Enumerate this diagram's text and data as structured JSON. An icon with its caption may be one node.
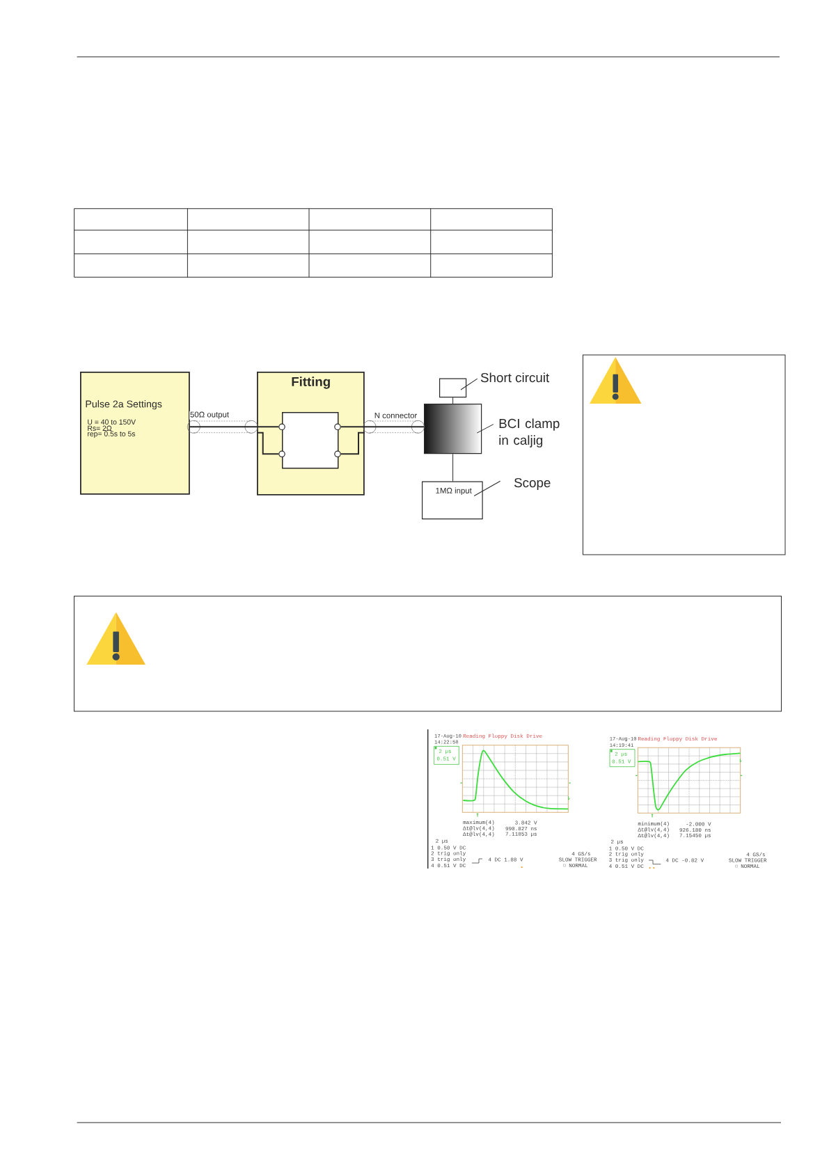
{
  "diagram": {
    "nodes": [
      {
        "text": [
          "Pulse 2a Settings",
          "U = 40 to 150V",
          "Rs= 2Ω",
          "rep= 0.5s to 5s"
        ]
      },
      {
        "text": [
          "Fitting"
        ]
      },
      {
        "text": [],
        "shape": "box",
        "in": 1
      },
      {
        "text": [],
        "shape": "circle",
        "in": 1
      },
      {
        "text": [],
        "shape": "circle",
        "in": 1
      },
      {
        "text": [],
        "shape": "circle",
        "in": 1
      },
      {
        "text": [],
        "shape": "circle",
        "in": 1
      },
      {
        "text": [],
        "shape": "box"
      },
      {
        "text": [
          "Short circuit"
        ]
      },
      {
        "text": [],
        "shape": "box"
      },
      {
        "text": [
          "BCI clamp in caljig"
        ]
      },
      {
        "text": [
          "1MΩ input"
        ]
      },
      {
        "text": [
          "Scope"
        ]
      }
    ],
    "edges": [
      {
        "from": 0,
        "to": 3,
        "arrow": "none",
        "label": "50Ω output"
      },
      {
        "from": 1,
        "to": 4,
        "arrow": "none"
      },
      {
        "from": 1,
        "to": 6,
        "arrow": "none"
      },
      {
        "from": 5,
        "to": 9,
        "arrow": "none",
        "label": "N connector"
      },
      {
        "from": 8,
        "to": 7,
        "arrow": "none"
      },
      {
        "from": 7,
        "to": 9,
        "arrow": "none"
      },
      {
        "from": 10,
        "to": 9,
        "arrow": "none"
      },
      {
        "from": 9,
        "to": 11,
        "arrow": "none"
      },
      {
        "from": 12,
        "to": 11,
        "arrow": "none"
      }
    ],
    "labels": [
      "17-Aug-10",
      "14:22:58",
      "Reading Floppy Disk Drive",
      "2 µs",
      "0.51 V",
      "maximum(4)",
      "3.842 V",
      "Δt@lv(4,4)",
      "990.827 ns",
      "Δt@lv(4,4)",
      "7.11853 µs",
      "2 µs",
      "1 0.50 V DC",
      "2 trig only",
      "3 trig only",
      "4 0.51 V DC",
      "4 DC 1.88 V",
      "4 GS/s",
      "SLOW TRIGGER",
      "NORMAL",
      "17-Aug-10",
      "14:19:41",
      "Reading Floppy Disk Drive",
      "2 µs",
      "0.51 V",
      "minimum(4)",
      "-2.000 V",
      "Δt@lv(4,4)",
      "926.180 ns",
      "Δt@lv(4,4)",
      "7.15450 µs",
      "2 µs",
      "1 0.50 V DC",
      "2 trig only",
      "3 trig only",
      "4 0.51 V DC",
      "4 DC -0.82 V",
      "4 GS/s",
      "SLOW TRIGGER",
      "NORMAL"
    ]
  }
}
